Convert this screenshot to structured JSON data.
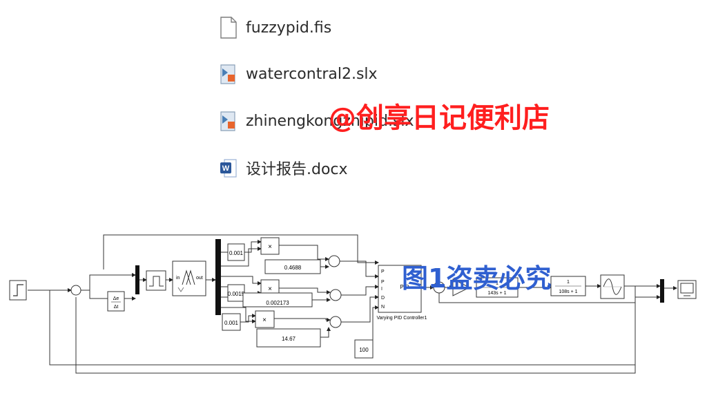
{
  "files": [
    {
      "name": "fuzzypid.fis",
      "icon": "document-icon"
    },
    {
      "name": "watercontral2.slx",
      "icon": "simulink-model-icon"
    },
    {
      "name": "zhinengkongzhipid.slx",
      "icon": "simulink-model-icon"
    },
    {
      "name": "设计报告.docx",
      "icon": "word-document-icon"
    }
  ],
  "watermarks": {
    "top": "@创享日记便利店",
    "diagram": "图1盗卖必究"
  },
  "diagram": {
    "fuzzy_in_label": "in",
    "fuzzy_out_label": "out",
    "deriv_num": "Δe",
    "deriv_den": "Δt",
    "const_1": "0.001",
    "const_2": "0.0015",
    "const_3": "0.001",
    "gain_1": "0.4688",
    "gain_2": "0.002173",
    "gain_3": "14.67",
    "const_n": "100",
    "mult_symbol": "×",
    "pid_center": "PID",
    "pid_port_p": "P",
    "pid_port_i": "I",
    "pid_port_d": "D",
    "pid_port_n": "N",
    "pid_caption": "Varying PID Controller1",
    "tf1_den": "143s + 1",
    "tf2_den": "108s + 1",
    "tf_num": "1"
  },
  "colors": {
    "watermark_red": "#ff1f1f",
    "watermark_blue": "#2f5fd0",
    "word_blue": "#2b579a",
    "simulink_orange": "#e8652d"
  }
}
